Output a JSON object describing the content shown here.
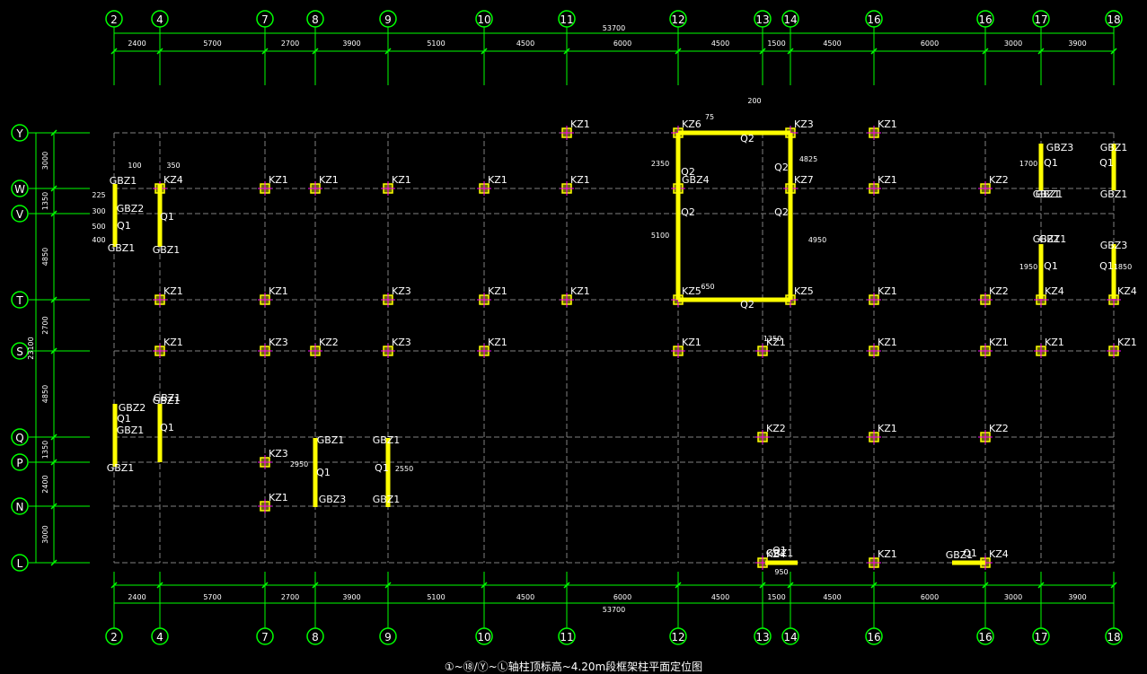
{
  "drawing": {
    "caption": "①~⑱/Ⓨ~Ⓛ轴柱顶标高~4.20m段框架柱平面定位图",
    "colors": {
      "background": "#000000",
      "axis": "#00ff00",
      "grid": "#808080",
      "dimension": "#ff00ff",
      "column": "#ffff00",
      "label": "#ffffff"
    }
  },
  "axes": {
    "top": [
      "2",
      "4",
      "7",
      "8",
      "9",
      "10",
      "11",
      "12",
      "13",
      "14",
      "16",
      "16",
      "17",
      "18"
    ],
    "left": [
      "Y",
      "W",
      "V",
      "T",
      "S",
      "Q",
      "P",
      "N",
      "L"
    ]
  },
  "dims": {
    "top_total": "53700",
    "top_spans": [
      "2400",
      "5700",
      "2700",
      "3900",
      "5100",
      "4500",
      "6000",
      "4500",
      "1500",
      "4500",
      "6000",
      "3000",
      "3900"
    ],
    "bottom_total": "53700",
    "bottom_spans": [
      "2400",
      "5700",
      "2700",
      "3900",
      "5100",
      "4500",
      "6000",
      "4500",
      "1500",
      "4500",
      "6000",
      "3000",
      "3900"
    ],
    "left_total": "23100",
    "left_spans": [
      "3000",
      "1350",
      "4850",
      "2700",
      "4850",
      "1350",
      "2400",
      "3000"
    ]
  },
  "columns": [
    {
      "label": "KZ1"
    },
    {
      "label": "KZ1"
    },
    {
      "label": "KZ1"
    },
    {
      "label": "KZ1"
    },
    {
      "label": "KZ1"
    },
    {
      "label": "KZ1"
    },
    {
      "label": "KZ1"
    },
    {
      "label": "KZ1"
    },
    {
      "label": "KZ2"
    },
    {
      "label": "KZ1"
    },
    {
      "label": "KZ1"
    },
    {
      "label": "KZ3"
    },
    {
      "label": "KZ1"
    },
    {
      "label": "KZ1"
    },
    {
      "label": "KZ1"
    },
    {
      "label": "KZ2"
    },
    {
      "label": "KZ4"
    },
    {
      "label": "KZ4"
    },
    {
      "label": "KZ1"
    },
    {
      "label": "KZ3"
    },
    {
      "label": "KZ2"
    },
    {
      "label": "KZ3"
    },
    {
      "label": "KZ1"
    },
    {
      "label": "KZ1"
    },
    {
      "label": "KZ1"
    },
    {
      "label": "KZ1"
    },
    {
      "label": "KZ1"
    },
    {
      "label": "KZ1"
    },
    {
      "label": "KZ1"
    },
    {
      "label": "KZ2"
    },
    {
      "label": "KZ1"
    },
    {
      "label": "KZ2"
    },
    {
      "label": "KZ3"
    },
    {
      "label": "KZ1"
    },
    {
      "label": "KZ4"
    },
    {
      "label": "KZ1"
    },
    {
      "label": "KZ4"
    },
    {
      "label": "KZ4"
    },
    {
      "label": "KZ6"
    },
    {
      "label": "KZ3"
    },
    {
      "label": "KZ5"
    },
    {
      "label": "KZ5"
    },
    {
      "label": "GBZ4"
    },
    {
      "label": "KZ7"
    }
  ],
  "walls": [
    {
      "label": "Q1"
    },
    {
      "label": "Q1"
    },
    {
      "label": "Q1"
    },
    {
      "label": "Q1"
    },
    {
      "label": "Q1"
    },
    {
      "label": "Q1"
    },
    {
      "label": "Q1"
    },
    {
      "label": "Q1"
    },
    {
      "label": "Q1"
    },
    {
      "label": "Q1"
    },
    {
      "label": "Q1"
    },
    {
      "label": "Q1"
    },
    {
      "label": "Q2"
    },
    {
      "label": "Q2"
    },
    {
      "label": "Q2"
    },
    {
      "label": "Q2"
    },
    {
      "label": "Q2"
    },
    {
      "label": "Q2"
    }
  ],
  "gbz": [
    {
      "label": "GBZ1"
    },
    {
      "label": "GBZ2"
    },
    {
      "label": "GBZ1"
    },
    {
      "label": "GBZ1"
    },
    {
      "label": "GBZ1"
    },
    {
      "label": "GBZ2"
    },
    {
      "label": "GBZ1"
    },
    {
      "label": "GBZ1"
    },
    {
      "label": "GBZ1"
    },
    {
      "label": "GBZ3"
    },
    {
      "label": "GBZ1"
    },
    {
      "label": "GBZ1"
    },
    {
      "label": "GBZ1"
    },
    {
      "label": "GBZ1"
    },
    {
      "label": "GBZ3"
    },
    {
      "label": "GBZ1"
    },
    {
      "label": "GBZ1"
    },
    {
      "label": "GBZ3"
    },
    {
      "label": "GBZ1"
    },
    {
      "label": "GBZ1"
    },
    {
      "label": "GBZ1"
    },
    {
      "label": "GBZ1"
    },
    {
      "label": "GBZ1"
    }
  ],
  "small_dims": [
    "100",
    "350",
    "225",
    "300",
    "500",
    "400",
    "650",
    "75",
    "200",
    "4825",
    "4950",
    "2950",
    "2550",
    "1700",
    "1950",
    "1850",
    "5100",
    "2350",
    "950",
    "1350"
  ]
}
